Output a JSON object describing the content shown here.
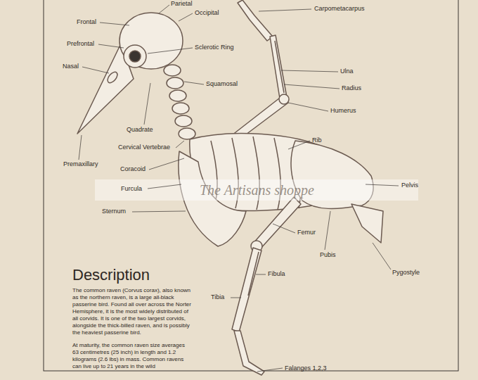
{
  "diagram": {
    "title": "Description",
    "labels": [
      "Parietal",
      "Occipital",
      "Carpometacarpus",
      "Frontal",
      "Prefrontal",
      "Sclerotic Ring",
      "Nasal",
      "Squamosal",
      "Ulna",
      "Radius",
      "Humerus",
      "Quadrate",
      "Cervical Vertebrae",
      "Premaxillary",
      "Coracoid",
      "Rib",
      "Furcula",
      "Pelvis",
      "Sternum",
      "Femur",
      "Pubis",
      "Pygostyle",
      "Fibula",
      "Tibia",
      "Falanges 1,2,3",
      "The Artisans shoppe",
      "The common raven (Corvus corax), also known as the northern raven, is a large all-black passerine bird. Found all over across the Norter Hemisphere, it is the most widely distributed of all corvids. It is one of the two largest corvids, alongside the thick-billed raven, and is possibly the heaviest passerine bird.",
      "At maturity, the common raven size averages 63 centimetres (25 inch) in length and 1.2 kilograms (2.6 lbs) in mass. Common ravens can live up to 21 years in the wild"
    ]
  }
}
